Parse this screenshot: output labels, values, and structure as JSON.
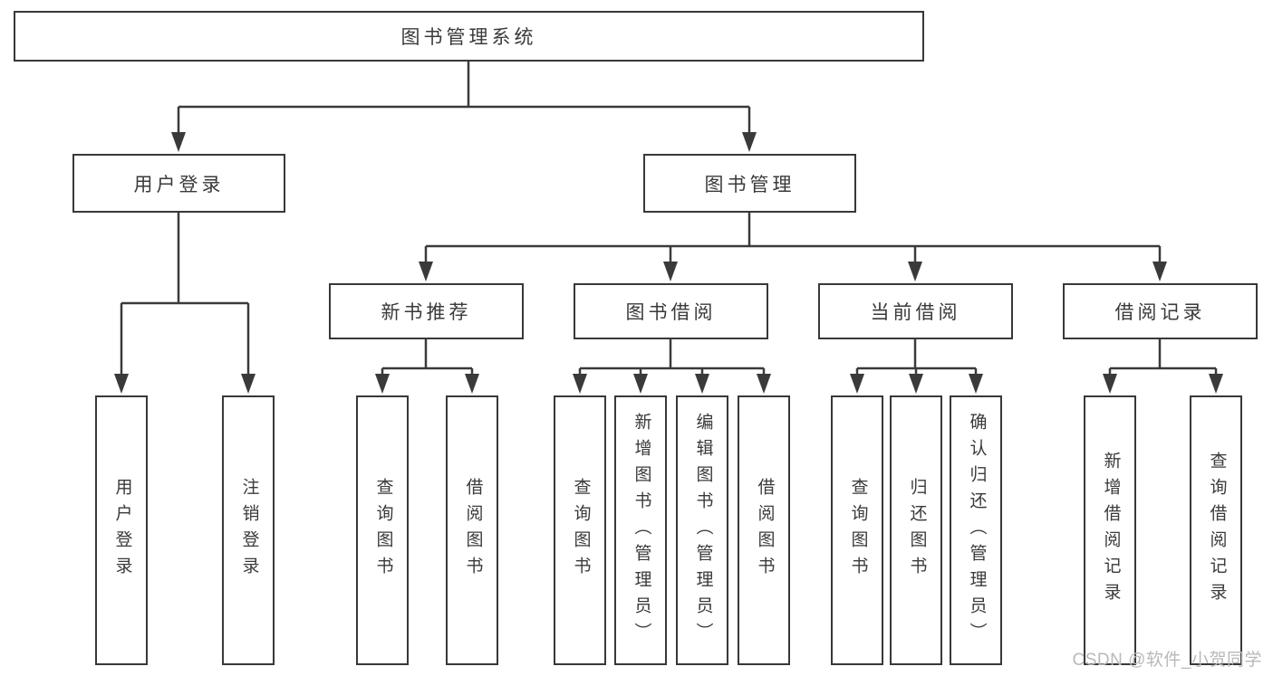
{
  "diagram": {
    "root": {
      "label": "图书管理系统"
    },
    "level2": [
      {
        "label": "用户登录",
        "children": [
          {
            "label": "用户登录"
          },
          {
            "label": "注销登录"
          }
        ]
      },
      {
        "label": "图书管理",
        "sections": [
          {
            "label": "新书推荐",
            "children": [
              {
                "label": "查询图书"
              },
              {
                "label": "借阅图书"
              }
            ]
          },
          {
            "label": "图书借阅",
            "children": [
              {
                "label": "查询图书"
              },
              {
                "label": "新增图书（管理员）"
              },
              {
                "label": "编辑图书（管理员）"
              },
              {
                "label": "借阅图书"
              }
            ]
          },
          {
            "label": "当前借阅",
            "children": [
              {
                "label": "查询图书"
              },
              {
                "label": "归还图书"
              },
              {
                "label": "确认归还（管理员）"
              }
            ]
          },
          {
            "label": "借阅记录",
            "children": [
              {
                "label": "新增借阅记录"
              },
              {
                "label": "查询借阅记录"
              }
            ]
          }
        ]
      }
    ]
  },
  "watermark": {
    "text": "CSDN @软件_小贺同学"
  },
  "colors": {
    "line": "#3a3a3a",
    "box_border": "#383838",
    "text": "#3a3a3a",
    "watermark": "#b9b9b9",
    "background": "#ffffff"
  }
}
